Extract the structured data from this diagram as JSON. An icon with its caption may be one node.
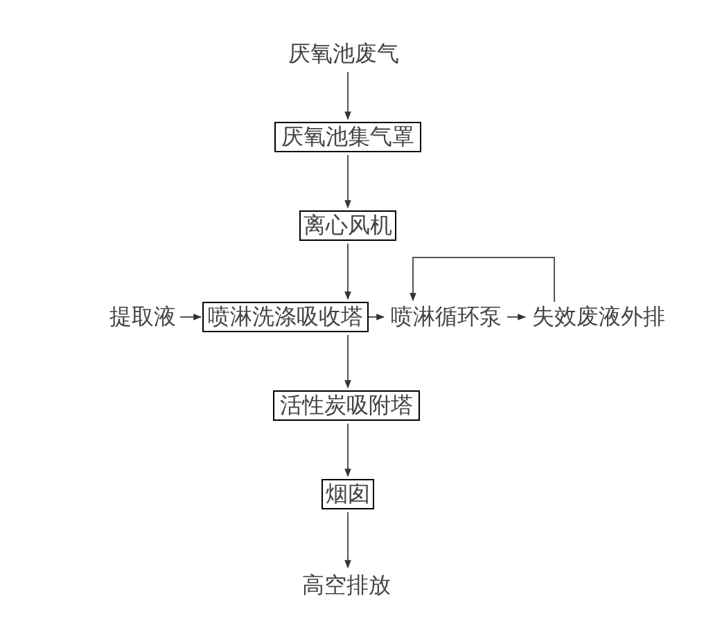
{
  "diagram": {
    "nodes": [
      {
        "text": [
          "厌氧池废气"
        ]
      },
      {
        "text": [
          "厌氧池集气罩"
        ]
      },
      {
        "text": [
          "离心风机"
        ]
      },
      {
        "text": [
          "提取液"
        ]
      },
      {
        "text": [
          "喷淋洗涤吸收塔"
        ]
      },
      {
        "text": [
          "喷淋循环泵"
        ]
      },
      {
        "text": [
          "失效废液外排"
        ]
      },
      {
        "text": [
          "活性炭吸附塔"
        ]
      },
      {
        "text": [
          "烟囱"
        ]
      },
      {
        "text": [
          "高空排放"
        ]
      }
    ],
    "edges": [
      {
        "from": 0,
        "to": 1,
        "arrow": "to"
      },
      {
        "from": 1,
        "to": 2,
        "arrow": "to"
      },
      {
        "from": 2,
        "to": 4,
        "arrow": "to"
      },
      {
        "from": 3,
        "to": 4,
        "arrow": "to"
      },
      {
        "from": 4,
        "to": 5,
        "arrow": "to"
      },
      {
        "from": 5,
        "to": 6,
        "arrow": "to"
      },
      {
        "from": 6,
        "to": 5,
        "arrow": "to"
      },
      {
        "from": 4,
        "to": 7,
        "arrow": "to"
      },
      {
        "from": 7,
        "to": 8,
        "arrow": "to"
      },
      {
        "from": 8,
        "to": 9,
        "arrow": "to"
      }
    ]
  }
}
